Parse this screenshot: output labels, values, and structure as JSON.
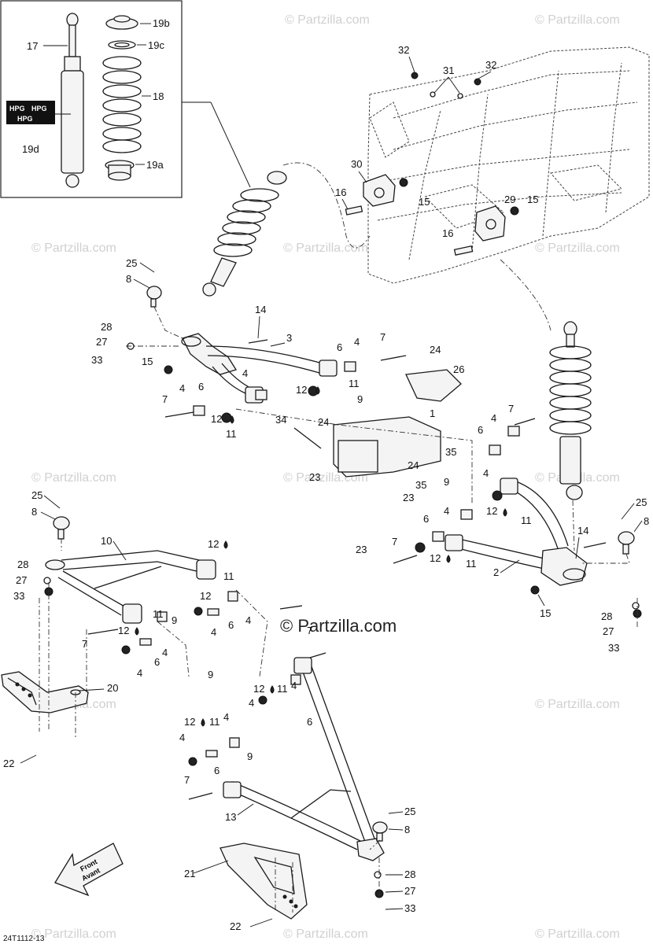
{
  "diagram": {
    "code": "24T1112-13",
    "watermark": "© Partzilla.com",
    "center_watermark": "© Partzilla.com",
    "front_label_en": "Front",
    "front_label_fr": "Avant",
    "hpg_text": "HPG"
  },
  "callouts": [
    {
      "id": "c17",
      "label": "17"
    },
    {
      "id": "c19b",
      "label": "19b"
    },
    {
      "id": "c19c",
      "label": "19c"
    },
    {
      "id": "c18",
      "label": "18"
    },
    {
      "id": "c19d",
      "label": "19d"
    },
    {
      "id": "c19a",
      "label": "19a"
    },
    {
      "id": "c32a",
      "label": "32"
    },
    {
      "id": "c31",
      "label": "31"
    },
    {
      "id": "c32b",
      "label": "32"
    },
    {
      "id": "c30",
      "label": "30"
    },
    {
      "id": "c16a",
      "label": "16"
    },
    {
      "id": "c15a",
      "label": "15"
    },
    {
      "id": "c29",
      "label": "29"
    },
    {
      "id": "c15b",
      "label": "15"
    },
    {
      "id": "c16b",
      "label": "16"
    },
    {
      "id": "c25a",
      "label": "25"
    },
    {
      "id": "c8a",
      "label": "8"
    },
    {
      "id": "c14a",
      "label": "14"
    },
    {
      "id": "c3",
      "label": "3"
    },
    {
      "id": "c28a",
      "label": "28"
    },
    {
      "id": "c27a",
      "label": "27"
    },
    {
      "id": "c33a",
      "label": "33"
    },
    {
      "id": "c15c",
      "label": "15"
    },
    {
      "id": "c6a",
      "label": "6"
    },
    {
      "id": "c4a",
      "label": "4"
    },
    {
      "id": "c7a",
      "label": "7"
    },
    {
      "id": "c24a",
      "label": "24"
    },
    {
      "id": "c4b",
      "label": "4"
    },
    {
      "id": "c12a",
      "label": "12"
    },
    {
      "id": "c11a",
      "label": "11"
    },
    {
      "id": "c26",
      "label": "26"
    },
    {
      "id": "c7b",
      "label": "7"
    },
    {
      "id": "c4c",
      "label": "4"
    },
    {
      "id": "c6b",
      "label": "6"
    },
    {
      "id": "c12b",
      "label": "12"
    },
    {
      "id": "c11b",
      "label": "11"
    },
    {
      "id": "c9a",
      "label": "9"
    },
    {
      "id": "c34",
      "label": "34"
    },
    {
      "id": "c24b",
      "label": "24"
    },
    {
      "id": "c1",
      "label": "1"
    },
    {
      "id": "c4d",
      "label": "4"
    },
    {
      "id": "c7c",
      "label": "7"
    },
    {
      "id": "c6c",
      "label": "6"
    },
    {
      "id": "c35a",
      "label": "35"
    },
    {
      "id": "c24c",
      "label": "24"
    },
    {
      "id": "c23a",
      "label": "23"
    },
    {
      "id": "c35b",
      "label": "35"
    },
    {
      "id": "c9b",
      "label": "9"
    },
    {
      "id": "c23b",
      "label": "23"
    },
    {
      "id": "c4e",
      "label": "4"
    },
    {
      "id": "c12c",
      "label": "12"
    },
    {
      "id": "c11c",
      "label": "11"
    },
    {
      "id": "c25b",
      "label": "25"
    },
    {
      "id": "c8b",
      "label": "8"
    },
    {
      "id": "c10",
      "label": "10"
    },
    {
      "id": "c12d",
      "label": "12"
    },
    {
      "id": "c4f",
      "label": "4"
    },
    {
      "id": "c6d",
      "label": "6"
    },
    {
      "id": "c23c",
      "label": "23"
    },
    {
      "id": "c7d",
      "label": "7"
    },
    {
      "id": "c12e",
      "label": "12"
    },
    {
      "id": "c11d",
      "label": "11"
    },
    {
      "id": "c14b",
      "label": "14"
    },
    {
      "id": "c25c",
      "label": "25"
    },
    {
      "id": "c8c",
      "label": "8"
    },
    {
      "id": "c2",
      "label": "2"
    },
    {
      "id": "c15d",
      "label": "15"
    },
    {
      "id": "c28b",
      "label": "28"
    },
    {
      "id": "c27b",
      "label": "27"
    },
    {
      "id": "c33b",
      "label": "33"
    },
    {
      "id": "c28c",
      "label": "28"
    },
    {
      "id": "c27c",
      "label": "27"
    },
    {
      "id": "c33c",
      "label": "33"
    },
    {
      "id": "c12f",
      "label": "12"
    },
    {
      "id": "c11e",
      "label": "11"
    },
    {
      "id": "c4g",
      "label": "4"
    },
    {
      "id": "c6e",
      "label": "6"
    },
    {
      "id": "c4h",
      "label": "4"
    },
    {
      "id": "c11f",
      "label": "11"
    },
    {
      "id": "c9c",
      "label": "9"
    },
    {
      "id": "c12g",
      "label": "12"
    },
    {
      "id": "c4i",
      "label": "4"
    },
    {
      "id": "c7e",
      "label": "7"
    },
    {
      "id": "c6f",
      "label": "6"
    },
    {
      "id": "c4j",
      "label": "4"
    },
    {
      "id": "c20",
      "label": "20"
    },
    {
      "id": "c7f",
      "label": "7"
    },
    {
      "id": "c9d",
      "label": "9"
    },
    {
      "id": "c12h",
      "label": "12"
    },
    {
      "id": "c11g",
      "label": "11"
    },
    {
      "id": "c4k",
      "label": "4"
    },
    {
      "id": "c4l",
      "label": "4"
    },
    {
      "id": "c6g",
      "label": "6"
    },
    {
      "id": "c12i",
      "label": "12"
    },
    {
      "id": "c11h",
      "label": "11"
    },
    {
      "id": "c4m",
      "label": "4"
    },
    {
      "id": "c4n",
      "label": "4"
    },
    {
      "id": "c6h",
      "label": "6"
    },
    {
      "id": "c9e",
      "label": "9"
    },
    {
      "id": "c22a",
      "label": "22"
    },
    {
      "id": "c7g",
      "label": "7"
    },
    {
      "id": "c13",
      "label": "13"
    },
    {
      "id": "c25d",
      "label": "25"
    },
    {
      "id": "c8d",
      "label": "8"
    },
    {
      "id": "c21",
      "label": "21"
    },
    {
      "id": "c28d",
      "label": "28"
    },
    {
      "id": "c27d",
      "label": "27"
    },
    {
      "id": "c22b",
      "label": "22"
    },
    {
      "id": "c33d",
      "label": "33"
    }
  ]
}
